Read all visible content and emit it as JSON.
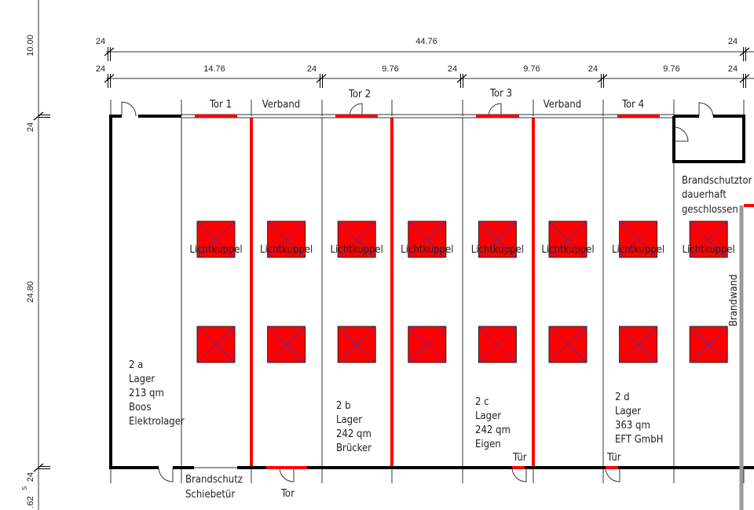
{
  "colors": {
    "fire_wall": "#ff0000",
    "skylight": "#ff0000",
    "skylight_cross": "#3333cc",
    "wall": "#000000",
    "brandwand": "#999999"
  },
  "dimensions": {
    "top_row": {
      "left": "24",
      "total": "44.76",
      "right": "24"
    },
    "second_row": {
      "d1": "24",
      "s1": "14.76",
      "d2": "24",
      "s2": "9.76",
      "d3": "24",
      "s3": "9.76",
      "d4": "24",
      "s4": "9.76",
      "d5": "24"
    },
    "left_column": {
      "a": "10.00",
      "b": "24",
      "c": "24.80",
      "d": "24",
      "e": ".62",
      "e_sup": "5"
    }
  },
  "top_labels": {
    "tor1": "Tor 1",
    "verband1": "Verband",
    "tor2": "Tor 2",
    "tor3": "Tor 3",
    "verband2": "Verband",
    "tor4": "Tor 4"
  },
  "skylight_label": "Lichtkuppel",
  "skylight_count_per_row": 8,
  "brandschutztor": [
    "Brandschutztor",
    "dauerhaft",
    "geschlossen"
  ],
  "brandwand": "Brandwand",
  "rooms": {
    "r2a": [
      "2 a",
      "Lager",
      "213 qm",
      "Boos",
      "Elektrolager"
    ],
    "r2b": [
      "2 b",
      "Lager",
      "242 qm",
      "Brücker"
    ],
    "r2c": [
      "2 c",
      "Lager",
      "242 qm",
      "Eigen"
    ],
    "r2d": [
      "2 d",
      "Lager",
      "363 qm",
      "EFT GmbH"
    ]
  },
  "bottom_labels": {
    "schiebetuer1": "Brandschutz",
    "schiebetuer2": "Schiebetür",
    "tor": "Tor",
    "tuer1": "Tür",
    "tuer2": "Tür"
  }
}
